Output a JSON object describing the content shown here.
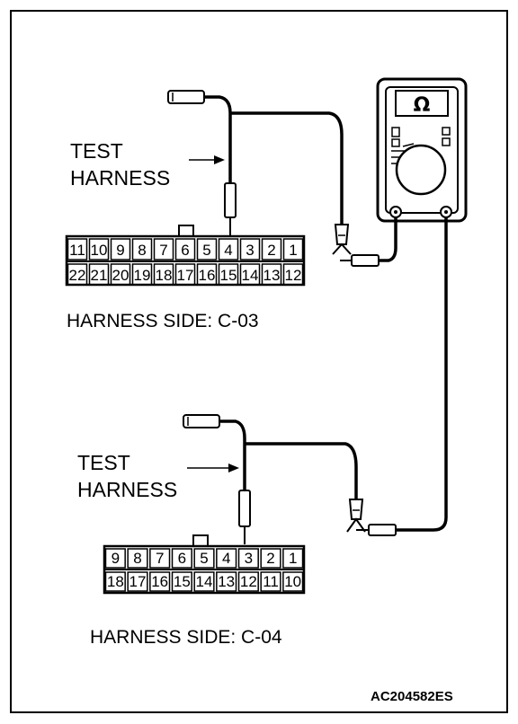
{
  "connector_top": {
    "callout": [
      "TEST",
      "HARNESS"
    ],
    "row1": [
      "11",
      "10",
      "9",
      "8",
      "7",
      "6",
      "5",
      "4",
      "3",
      "2",
      "1"
    ],
    "row2": [
      "22",
      "21",
      "20",
      "19",
      "18",
      "17",
      "16",
      "15",
      "14",
      "13",
      "12"
    ],
    "caption": "HARNESS SIDE: C-03"
  },
  "connector_bottom": {
    "callout": [
      "TEST",
      "HARNESS"
    ],
    "row1": [
      "9",
      "8",
      "7",
      "6",
      "5",
      "4",
      "3",
      "2",
      "1"
    ],
    "row2": [
      "18",
      "17",
      "16",
      "15",
      "14",
      "13",
      "12",
      "11",
      "10"
    ],
    "caption": "HARNESS SIDE: C-04"
  },
  "meter": {
    "symbol": "Ω"
  },
  "figure_code": "AC204582ES"
}
